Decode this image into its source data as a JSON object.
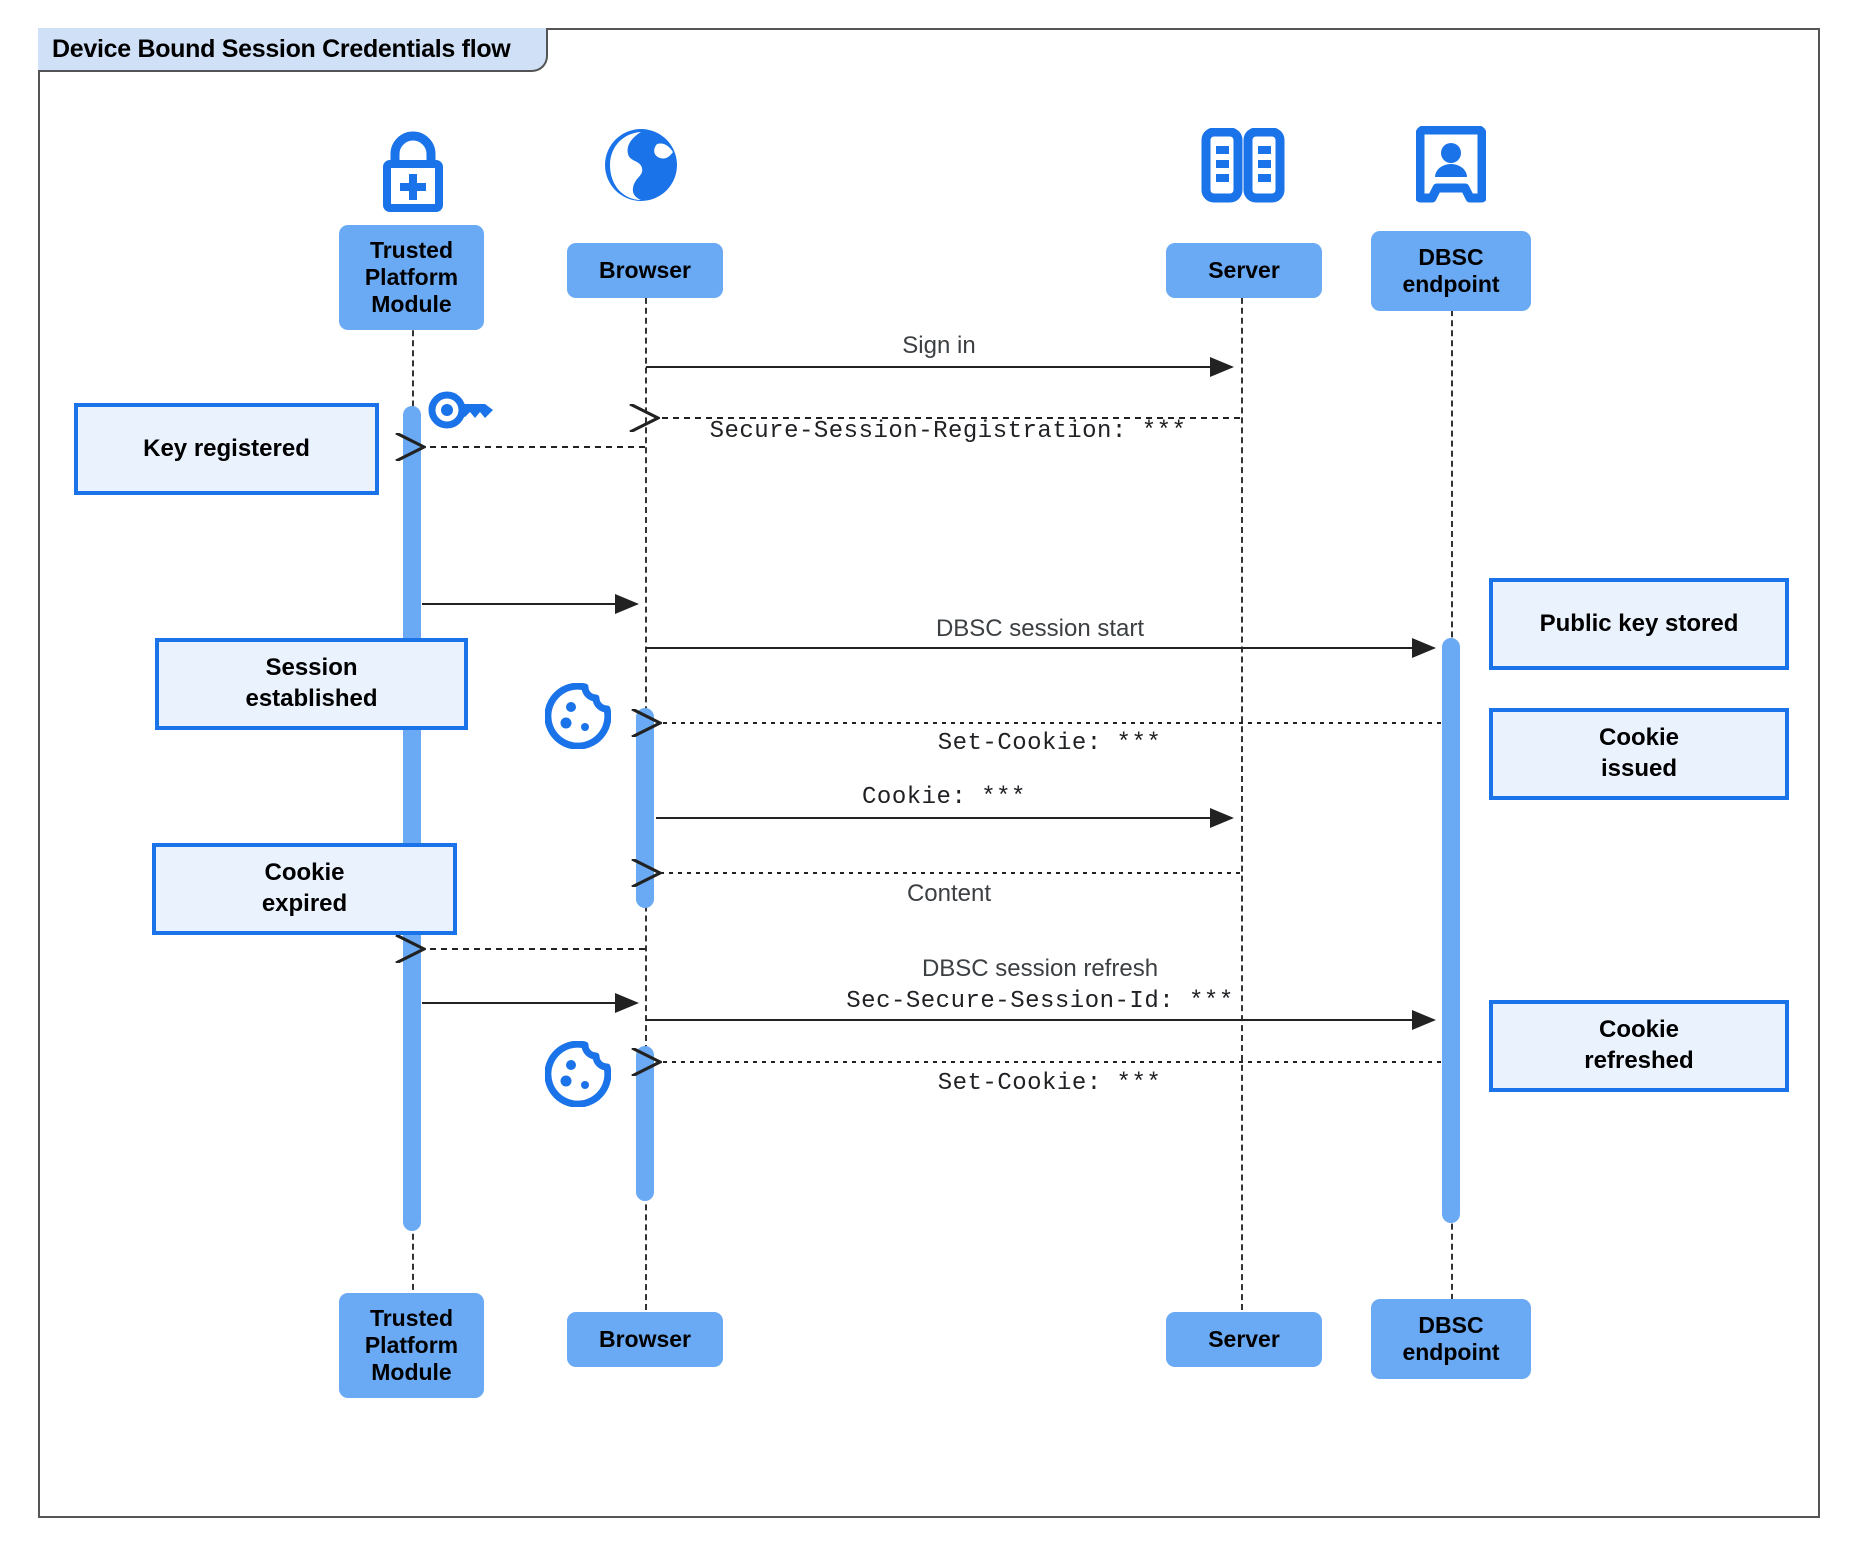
{
  "diagram": {
    "title": "Device Bound Session Credentials flow",
    "type": "uml-sequence-diagram",
    "colors": {
      "participant_fill": "#6aa9f4",
      "note_fill": "#eaf2fe",
      "note_border": "#1a73e8",
      "icon_blue": "#1a73e8",
      "frame_border": "#555555",
      "frame_tab_fill": "#cfe0f7",
      "lifeline": "#333333"
    }
  },
  "participants": [
    {
      "id": "tpm",
      "label": "Trusted\nPlatform\nModule",
      "icon": "lock-plus-icon"
    },
    {
      "id": "browser",
      "label": "Browser",
      "icon": "globe-icon"
    },
    {
      "id": "server",
      "label": "Server",
      "icon": "server-racks-icon"
    },
    {
      "id": "dbsc",
      "label": "DBSC\nendpoint",
      "icon": "id-badge-icon"
    }
  ],
  "participants_bottom": [
    {
      "id": "tpm",
      "label": "Trusted\nPlatform\nModule"
    },
    {
      "id": "browser",
      "label": "Browser"
    },
    {
      "id": "server",
      "label": "Server"
    },
    {
      "id": "dbsc",
      "label": "DBSC\nendpoint"
    }
  ],
  "messages": [
    {
      "id": "m1",
      "text": "Sign in",
      "style": "plain",
      "kind": "solid",
      "from": "browser",
      "to": "server"
    },
    {
      "id": "m2",
      "text": "Secure-Session-Registration: ***",
      "style": "mono",
      "kind": "dashed",
      "from": "server",
      "to": "browser"
    },
    {
      "id": "m3",
      "text": "",
      "style": "plain",
      "kind": "solid",
      "from": "tpm",
      "to": "browser"
    },
    {
      "id": "m4",
      "text": "DBSC session start",
      "style": "plain",
      "kind": "solid",
      "from": "browser",
      "to": "dbsc"
    },
    {
      "id": "m5",
      "text": "Set-Cookie: ***",
      "style": "mono",
      "kind": "dashed",
      "from": "dbsc",
      "to": "browser"
    },
    {
      "id": "m6",
      "text": "Cookie: ***",
      "style": "mono",
      "kind": "solid",
      "from": "browser",
      "to": "server"
    },
    {
      "id": "m7",
      "text": "Content",
      "style": "plain",
      "kind": "dashed",
      "from": "server",
      "to": "browser"
    },
    {
      "id": "m8",
      "text": "",
      "style": "plain",
      "kind": "dashed",
      "from": "browser",
      "to": "tpm"
    },
    {
      "id": "m9",
      "text": "DBSC session refresh",
      "style": "plain",
      "kind": "none",
      "from": "browser",
      "to": "dbsc"
    },
    {
      "id": "m10",
      "text": "Sec-Secure-Session-Id: ***",
      "style": "mono",
      "kind": "solid",
      "from": "browser",
      "to": "dbsc"
    },
    {
      "id": "m11",
      "text": "",
      "style": "plain",
      "kind": "solid",
      "from": "tpm",
      "to": "browser"
    },
    {
      "id": "m12",
      "text": "Set-Cookie: ***",
      "style": "mono",
      "kind": "dashed",
      "from": "dbsc",
      "to": "browser"
    }
  ],
  "notes_left": [
    {
      "id": "n1",
      "text": "Key registered",
      "anchor": "tpm"
    },
    {
      "id": "n2",
      "text": "Session\nestablished",
      "anchor": "tpm"
    },
    {
      "id": "n3",
      "text": "Cookie\nexpired",
      "anchor": "tpm"
    }
  ],
  "notes_right": [
    {
      "id": "n4",
      "text": "Public key stored",
      "anchor": "dbsc"
    },
    {
      "id": "n5",
      "text": "Cookie\nissued",
      "anchor": "dbsc"
    },
    {
      "id": "n6",
      "text": "Cookie\nrefreshed",
      "anchor": "dbsc"
    }
  ],
  "inline_icons": [
    {
      "id": "i1",
      "name": "key-icon",
      "near": "tpm"
    },
    {
      "id": "i2",
      "name": "cookie-icon",
      "near": "browser"
    },
    {
      "id": "i3",
      "name": "cookie-icon",
      "near": "browser"
    }
  ]
}
